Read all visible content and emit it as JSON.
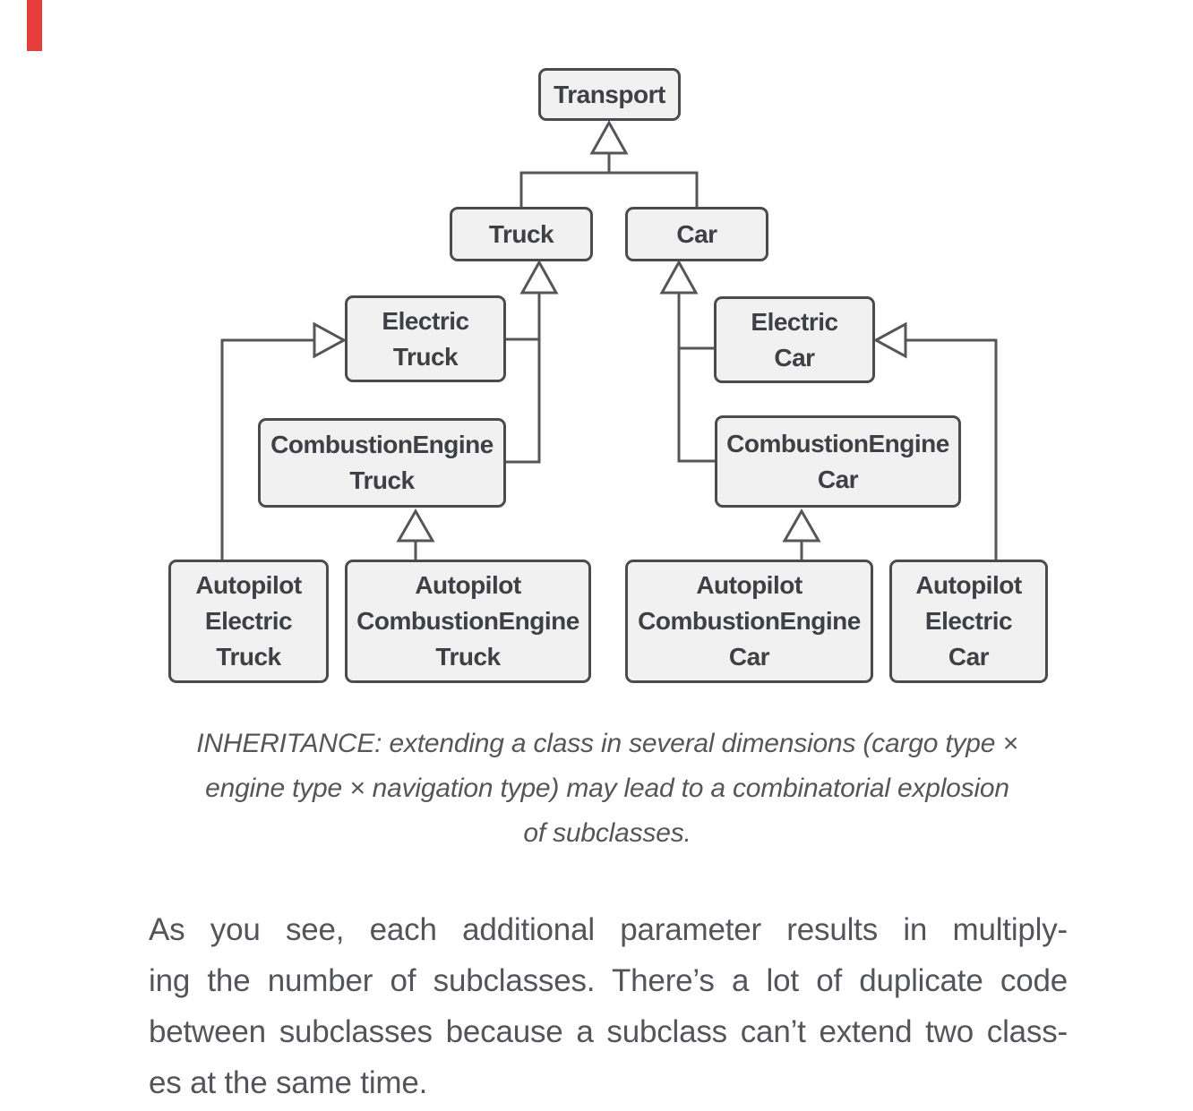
{
  "page": {
    "background": "#ffffff",
    "accent_bar_color": "#e63c3c"
  },
  "diagram": {
    "box_fill": "#f1f1f2",
    "box_border": "#4b4b4d",
    "box_text_color": "#3f4045",
    "line_color": "#55565a",
    "nodes": [
      {
        "id": "transport",
        "label": "Transport"
      },
      {
        "id": "truck",
        "label": "Truck"
      },
      {
        "id": "car",
        "label": "Car"
      },
      {
        "id": "electric-truck",
        "label": "Electric\nTruck"
      },
      {
        "id": "electric-car",
        "label": "Electric\nCar"
      },
      {
        "id": "combustion-engine-truck",
        "label": "CombustionEngine\nTruck"
      },
      {
        "id": "combustion-engine-car",
        "label": "CombustionEngine\nCar"
      },
      {
        "id": "autopilot-electric-truck",
        "label": "Autopilot\nElectric\nTruck"
      },
      {
        "id": "autopilot-combustion-engine-truck",
        "label": "Autopilot\nCombustionEngine\nTruck"
      },
      {
        "id": "autopilot-combustion-engine-car",
        "label": "Autopilot\nCombustionEngine\nCar"
      },
      {
        "id": "autopilot-electric-car",
        "label": "Autopilot\nElectric\nCar"
      }
    ],
    "edges": [
      {
        "child": "Truck",
        "parent": "Transport"
      },
      {
        "child": "Car",
        "parent": "Transport"
      },
      {
        "child": "ElectricTruck",
        "parent": "Truck"
      },
      {
        "child": "CombustionEngineTruck",
        "parent": "Truck"
      },
      {
        "child": "ElectricCar",
        "parent": "Car"
      },
      {
        "child": "CombustionEngineCar",
        "parent": "Car"
      },
      {
        "child": "AutopilotElectricTruck",
        "parent": "ElectricTruck"
      },
      {
        "child": "AutopilotCombustionEngineTruck",
        "parent": "CombustionEngineTruck"
      },
      {
        "child": "AutopilotCombustionEngineCar",
        "parent": "CombustionEngineCar"
      },
      {
        "child": "AutopilotElectricCar",
        "parent": "ElectricCar"
      }
    ]
  },
  "caption": {
    "text_color": "#55565a",
    "lines": [
      "INHERITANCE: extending a class in several dimensions (cargo type ×",
      "engine type × navigation type) may lead to a combinatorial explosion",
      "of subclasses."
    ]
  },
  "paragraph": {
    "text_color": "#54555a",
    "lines": [
      "As you see, each additional parameter results in multiply-",
      "ing the number of subclasses. There’s a lot of duplicate code",
      "between subclasses because a subclass can’t extend two class-",
      "es at the same time."
    ]
  }
}
